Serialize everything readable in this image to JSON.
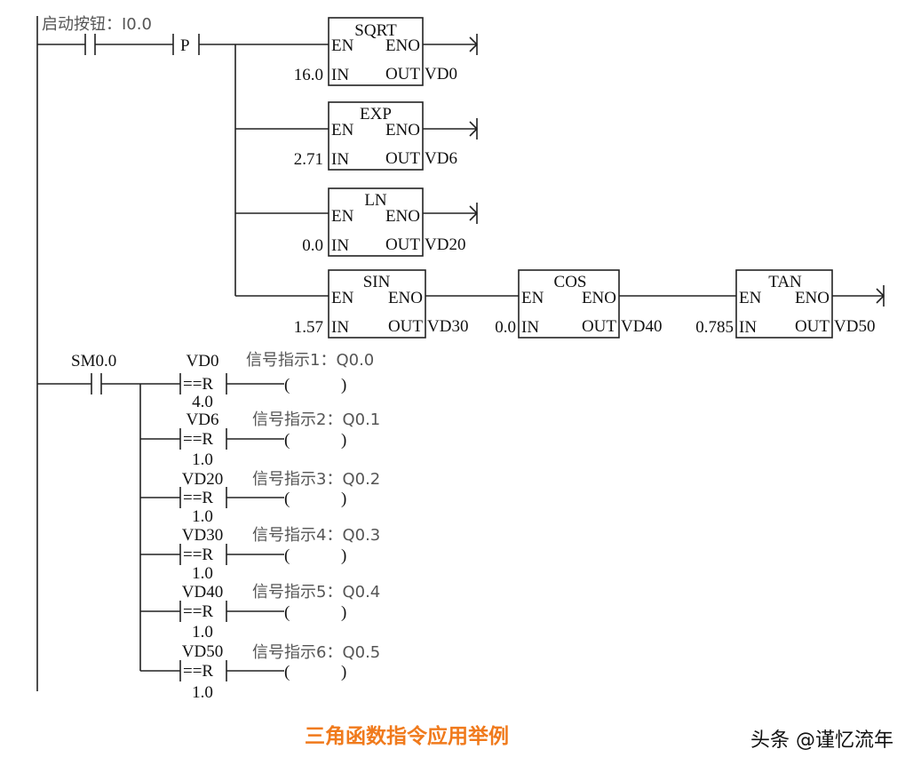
{
  "rung1": {
    "label": "启动按钮：I0.0",
    "edge": "P",
    "blocks": [
      {
        "name": "SQRT",
        "en": "EN",
        "eno": "ENO",
        "in_pin": "IN",
        "out_pin": "OUT",
        "in_val": "16.0",
        "out_val": "VD0"
      },
      {
        "name": "EXP",
        "en": "EN",
        "eno": "ENO",
        "in_pin": "IN",
        "out_pin": "OUT",
        "in_val": "2.71",
        "out_val": "VD6"
      },
      {
        "name": "LN",
        "en": "EN",
        "eno": "ENO",
        "in_pin": "IN",
        "out_pin": "OUT",
        "in_val": "0.0",
        "out_val": "VD20"
      },
      {
        "name": "SIN",
        "en": "EN",
        "eno": "ENO",
        "in_pin": "IN",
        "out_pin": "OUT",
        "in_val": "1.57",
        "out_val": "VD30"
      },
      {
        "name": "COS",
        "en": "EN",
        "eno": "ENO",
        "in_pin": "IN",
        "out_pin": "OUT",
        "in_val": "0.0",
        "out_val": "VD40"
      },
      {
        "name": "TAN",
        "en": "EN",
        "eno": "ENO",
        "in_pin": "IN",
        "out_pin": "OUT",
        "in_val": "0.785",
        "out_val": "VD50"
      }
    ]
  },
  "rung2": {
    "label": "SM0.0",
    "compares": [
      {
        "var": "VD0",
        "op": "==R",
        "val": "4.0",
        "coil_label": "信号指示1：Q0.0",
        "coil_left": "(",
        "coil_right": ")"
      },
      {
        "var": "VD6",
        "op": "==R",
        "val": "1.0",
        "coil_label": "信号指示2：Q0.1",
        "coil_left": "(",
        "coil_right": ")"
      },
      {
        "var": "VD20",
        "op": "==R",
        "val": "1.0",
        "coil_label": "信号指示3：Q0.2",
        "coil_left": "(",
        "coil_right": ")"
      },
      {
        "var": "VD30",
        "op": "==R",
        "val": "1.0",
        "coil_label": "信号指示4：Q0.3",
        "coil_left": "(",
        "coil_right": ")"
      },
      {
        "var": "VD40",
        "op": "==R",
        "val": "1.0",
        "coil_label": "信号指示5：Q0.4",
        "coil_left": "(",
        "coil_right": ")"
      },
      {
        "var": "VD50",
        "op": "==R",
        "val": "1.0",
        "coil_label": "信号指示6：Q0.5",
        "coil_left": "(",
        "coil_right": ")"
      }
    ]
  },
  "caption": "三角函数指令应用举例",
  "watermark": "头条 @谨忆流年",
  "colors": {
    "caption": "#f07a1c",
    "line": "#222222"
  }
}
